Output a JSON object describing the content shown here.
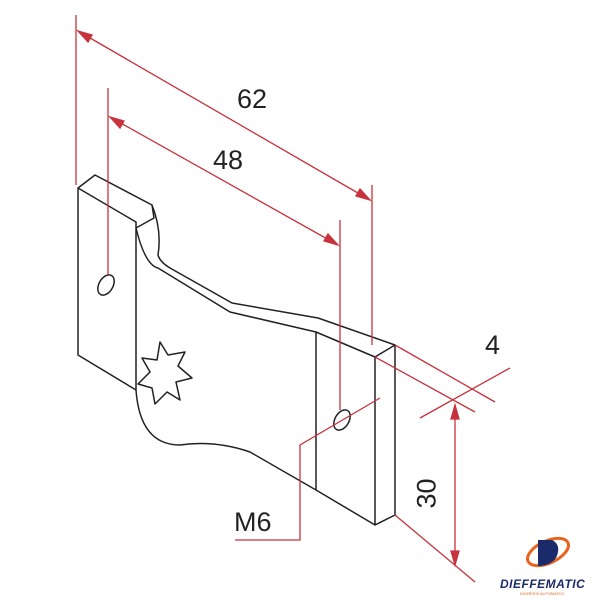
{
  "dimensions": {
    "overall_length": "62",
    "hole_spacing": "48",
    "thickness": "4",
    "height": "30",
    "thread": "M6"
  },
  "logo": {
    "text": "DIEFFEMATIC",
    "tagline": "INGRESSI AUTOMATICI"
  },
  "colors": {
    "dimension": "#c8323c",
    "outline": "#222222",
    "logo_blue": "#1b2a6b",
    "logo_orange": "#e8641e"
  }
}
